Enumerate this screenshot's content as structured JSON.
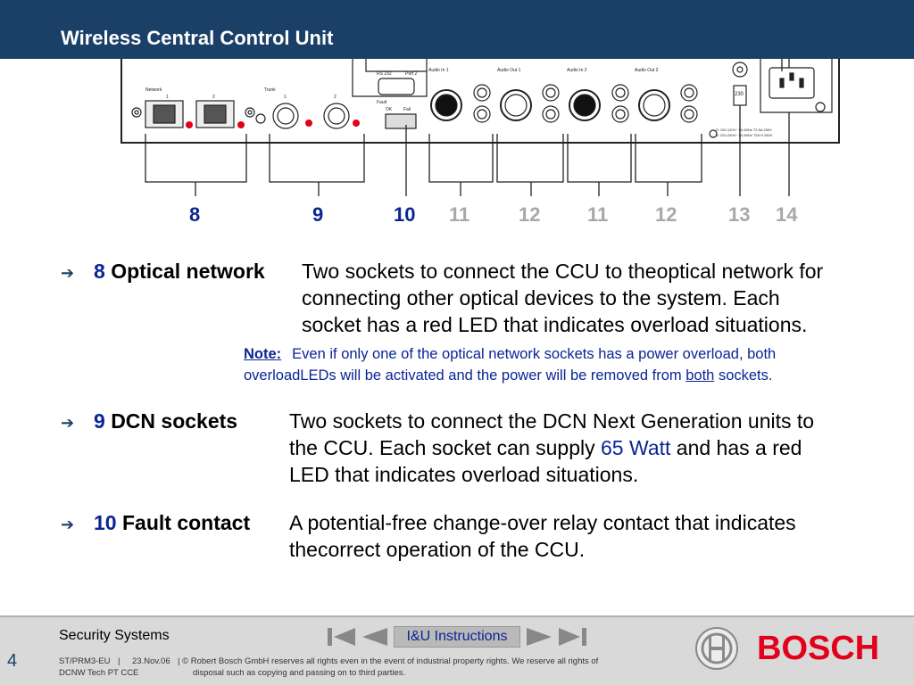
{
  "header": {
    "title": "Wireless Central Control Unit"
  },
  "panel": {
    "labels": {
      "network": "Network",
      "trunk": "Trunk",
      "rs232": "RS 232",
      "port2": "Port 2",
      "fault": "Fault",
      "ok": "OK",
      "fail": "Fail",
      "audio_in_1": "Audio In 1",
      "audio_out_1": "Audio Out 1",
      "audio_in_2": "Audio In 2",
      "audio_out_2": "Audio Out 2",
      "one": "1",
      "two": "2",
      "v230": "230",
      "spec1": "S: 100-120V~ 50-60Hz  T2.5A 250V",
      "spec2": "S: 220-240V~ 50-60Hz  T2A H 250V"
    },
    "callouts": [
      "8",
      "9",
      "10",
      "11",
      "12",
      "11",
      "12",
      "13",
      "14"
    ]
  },
  "items": [
    {
      "number": "8",
      "name": "Optical network",
      "lines": [
        "Two sockets to connect the CCU to theoptical network for",
        "connecting other optical devices to the system. Each",
        "socket has a red LED that indicates overload situations."
      ],
      "note_label": "Note:",
      "note_line1": "Even if only one of the optical network sockets has a power overload, both",
      "note_line2_pre": "overloadLEDs will be activated and the power will be removed from ",
      "note_line2_underline": "both",
      "note_line2_post": " sockets."
    },
    {
      "number": "9",
      "name": "DCN sockets",
      "line1": "Two sockets to connect the DCN Next Generation units to",
      "line2_pre": "the CCU.  Each  socket can supply ",
      "line2_highlight": "65 Watt",
      "line2_post": " and has a red",
      "line3": "LED that indicates overload situations."
    },
    {
      "number": "10",
      "name": "Fault contact",
      "lines": [
        "A potential-free change-over relay contact that indicates",
        "thecorrect operation of the CCU."
      ]
    }
  ],
  "footer": {
    "division": "Security Systems",
    "nav_label": "I&U Instructions",
    "page_number": "4",
    "doc_id": "ST/PRM3-EU",
    "date": "23.Nov.06",
    "dept": "DCNW Tech PT CCE",
    "copyright_line1": "| © Robert Bosch GmbH reserves all rights even in the event of industrial property rights. We reserve all rights of",
    "copyright_line2": "disposal such as copying and passing on to third parties.",
    "brand": "BOSCH"
  },
  "colors": {
    "header": "#1b4068",
    "accent_blue": "#0a2596",
    "bosch_red": "#e2001a",
    "footer_bg": "#d9d9d9"
  }
}
